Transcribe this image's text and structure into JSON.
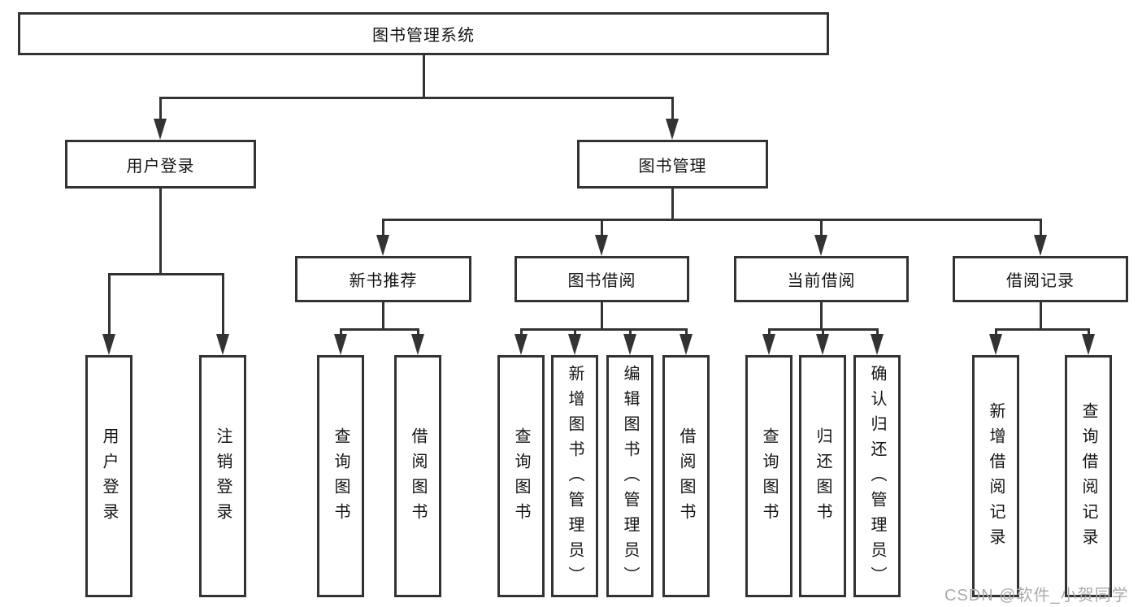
{
  "diagram": {
    "root": {
      "label": "图书管理系统"
    },
    "branches": [
      {
        "label": "用户登录",
        "children": [
          {
            "label": "用户登录"
          },
          {
            "label": "注销登录"
          }
        ]
      },
      {
        "label": "图书管理",
        "children": [
          {
            "label": "新书推荐",
            "children": [
              {
                "label": "查询图书"
              },
              {
                "label": "借阅图书"
              }
            ]
          },
          {
            "label": "图书借阅",
            "children": [
              {
                "label": "查询图书"
              },
              {
                "label": "新增图书（管理员）"
              },
              {
                "label": "编辑图书（管理员）"
              },
              {
                "label": "借阅图书"
              }
            ]
          },
          {
            "label": "当前借阅",
            "children": [
              {
                "label": "查询图书"
              },
              {
                "label": "归还图书"
              },
              {
                "label": "确认归还（管理员）"
              }
            ]
          },
          {
            "label": "借阅记录",
            "children": [
              {
                "label": "新增借阅记录"
              },
              {
                "label": "查询借阅记录"
              }
            ]
          }
        ]
      }
    ]
  },
  "watermark": {
    "text": "CSDN @软件_小贺同学"
  },
  "colors": {
    "line": "#333333",
    "text": "#141414",
    "watermark": "#ababab",
    "background": "#ffffff"
  }
}
